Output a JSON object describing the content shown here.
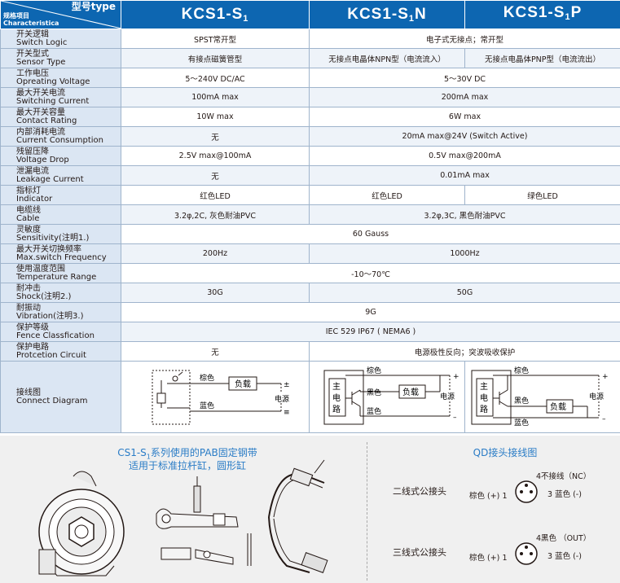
{
  "header": {
    "corner_top": "型号type",
    "corner_bottom_cn": "规格项目",
    "corner_bottom_en": "Characteristica",
    "models": [
      {
        "base": "KCS1-S",
        "sub": "1",
        "suffix": ""
      },
      {
        "base": "KCS1-S",
        "sub": "1",
        "suffix": "N"
      },
      {
        "base": "KCS1-S",
        "sub": "1",
        "suffix": "P"
      }
    ]
  },
  "rows": {
    "logic": {
      "cn": "开关逻辑",
      "en": "Switch Logic",
      "v1": "SPST常开型",
      "v2": "电子式无接点；常开型"
    },
    "type": {
      "cn": "开关型式",
      "en": "Sensor Type",
      "v1": "有接点磁簧管型",
      "v2": "无接点电晶体NPN型（电流流入）",
      "v3": "无接点电晶体PNP型（电流流出）"
    },
    "voltage": {
      "cn": "工作电压",
      "en": "Opreating Voltage",
      "v1": "5～240V DC/AC",
      "v2": "5～30V DC"
    },
    "current": {
      "cn": "最大开关电流",
      "en": "Switching Current",
      "v1": "100mA max",
      "v2": "200mA max"
    },
    "rating": {
      "cn": "最大开关容量",
      "en": "Contact Rating",
      "v1": "10W max",
      "v2": "6W max"
    },
    "consumption": {
      "cn": "内部消耗电流",
      "en": "Current Consumption",
      "v1": "无",
      "v2": "20mA max@24V (Switch Active)"
    },
    "drop": {
      "cn": "残留压降",
      "en": "Voltage Drop",
      "v1": "2.5V max@100mA",
      "v2": "0.5V max@200mA"
    },
    "leak": {
      "cn": "泄漏电流",
      "en": "Leakage Current",
      "v1": "无",
      "v2": "0.01mA max"
    },
    "indicator": {
      "cn": "指标灯",
      "en": "Indicator",
      "v1": "红色LED",
      "v2": "红色LED",
      "v3": "绿色LED"
    },
    "cable": {
      "cn": "电缆线",
      "en": "Cable",
      "v1": "3.2φ,2C, 灰色耐油PVC",
      "v2": "3.2φ,3C, 黑色耐油PVC"
    },
    "sensitivity": {
      "cn": "灵敏度",
      "en": "Sensitivity(注明1.)",
      "v": "60 Gauss"
    },
    "frequency": {
      "cn": "最大开关切换频率",
      "en": "Max.switch Frequency",
      "v1": "200Hz",
      "v2": "1000Hz"
    },
    "temperature": {
      "cn": "使用温度范围",
      "en": "Temperature Range",
      "v": "-10～70℃"
    },
    "shock": {
      "cn": "耐冲击",
      "en": "Shock(注明2.)",
      "v1": "30G",
      "v2": "50G"
    },
    "vibration": {
      "cn": "耐振动",
      "en": "Vibration(注明3.)",
      "v": "9G"
    },
    "fence": {
      "cn": "保护等级",
      "en": "Fence Classfication",
      "v": "IEC  529  IP67 ( NEMA6 )"
    },
    "protection": {
      "cn": "保护电路",
      "en": "Protcetion Circuit",
      "v1": "无",
      "v2": "电源极性反向；突波吸收保护"
    },
    "diagram": {
      "cn": "接线图",
      "en": "Connect Diagram"
    }
  },
  "diagrams": {
    "d1": {
      "brown": "棕色",
      "blue": "蓝色",
      "load": "负载",
      "power": "电源",
      "plus": "±",
      "minus": "≡"
    },
    "d2": {
      "brown": "棕色",
      "black": "黑色",
      "blue": "蓝色",
      "load": "负载",
      "power": "电源",
      "main": [
        "主",
        "电",
        "路"
      ],
      "plus": "+",
      "minus": "–"
    },
    "d3": {
      "brown": "棕色",
      "black": "黑色",
      "blue": "蓝色",
      "load": "负载",
      "power": "电源",
      "main": [
        "主",
        "电",
        "路"
      ],
      "plus": "+",
      "minus": "–"
    }
  },
  "bottom": {
    "left_title_1": "CS1-S",
    "left_title_sub": "1",
    "left_title_2": "系列使用的PAB固定钢带",
    "left_title_3": "适用于标准拉杆缸，圆形缸",
    "right_title": "QD接头接线图",
    "two_wire": "二线式公接头",
    "three_wire": "三线式公接头",
    "c2": {
      "n4": "4",
      "nc": "不接线（NC）",
      "n1": "1",
      "brown": "棕色 (+)",
      "n3": "3",
      "blue": "蓝色 (-)"
    },
    "c3": {
      "n4": "4",
      "out": "黑色 （OUT）",
      "n1": "1",
      "brown": "棕色 (+)",
      "n3": "3",
      "blue": "蓝色 (-)"
    }
  },
  "colors": {
    "header_blue": "#0d66b1",
    "label_bg": "#dbe6f3",
    "accent_blue": "#2a7cc6"
  }
}
